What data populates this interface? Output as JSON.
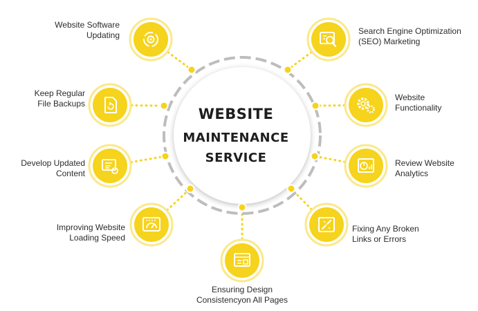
{
  "center": {
    "line1": "WEBSITE",
    "line2": "MAINTENANCE",
    "line3": "SERVICE"
  },
  "colors": {
    "yellow": "#f6d31c",
    "yellow_ring": "#fbe88a",
    "dash_ring": "#bdbdbd",
    "text": "#2c2c2c"
  },
  "items": [
    {
      "id": "software-updating",
      "icon": "gear-refresh-icon",
      "lines": [
        "Website Software",
        "Updating"
      ]
    },
    {
      "id": "file-backups",
      "icon": "file-backup-icon",
      "lines": [
        "Keep Regular",
        "File Backups"
      ]
    },
    {
      "id": "updated-content",
      "icon": "content-edit-icon",
      "lines": [
        "Develop Updated",
        "Content"
      ]
    },
    {
      "id": "loading-speed",
      "icon": "speedometer-icon",
      "lines": [
        "Improving Website",
        "Loading Speed"
      ]
    },
    {
      "id": "design-consistency",
      "icon": "browser-pages-icon",
      "lines": [
        "Ensuring Design",
        "Consistencyon All Pages"
      ]
    },
    {
      "id": "broken-links",
      "icon": "broken-link-icon",
      "lines": [
        "Fixing Any Broken",
        "Links or Errors"
      ]
    },
    {
      "id": "website-analytics",
      "icon": "analytics-icon",
      "lines": [
        "Review Website",
        "Analytics"
      ]
    },
    {
      "id": "website-functionality",
      "icon": "gears-icon",
      "lines": [
        "Website",
        "Functionality"
      ]
    },
    {
      "id": "seo-marketing",
      "icon": "seo-search-icon",
      "lines": [
        "Search Engine Optimization",
        "(SEO) Marketing"
      ]
    }
  ]
}
